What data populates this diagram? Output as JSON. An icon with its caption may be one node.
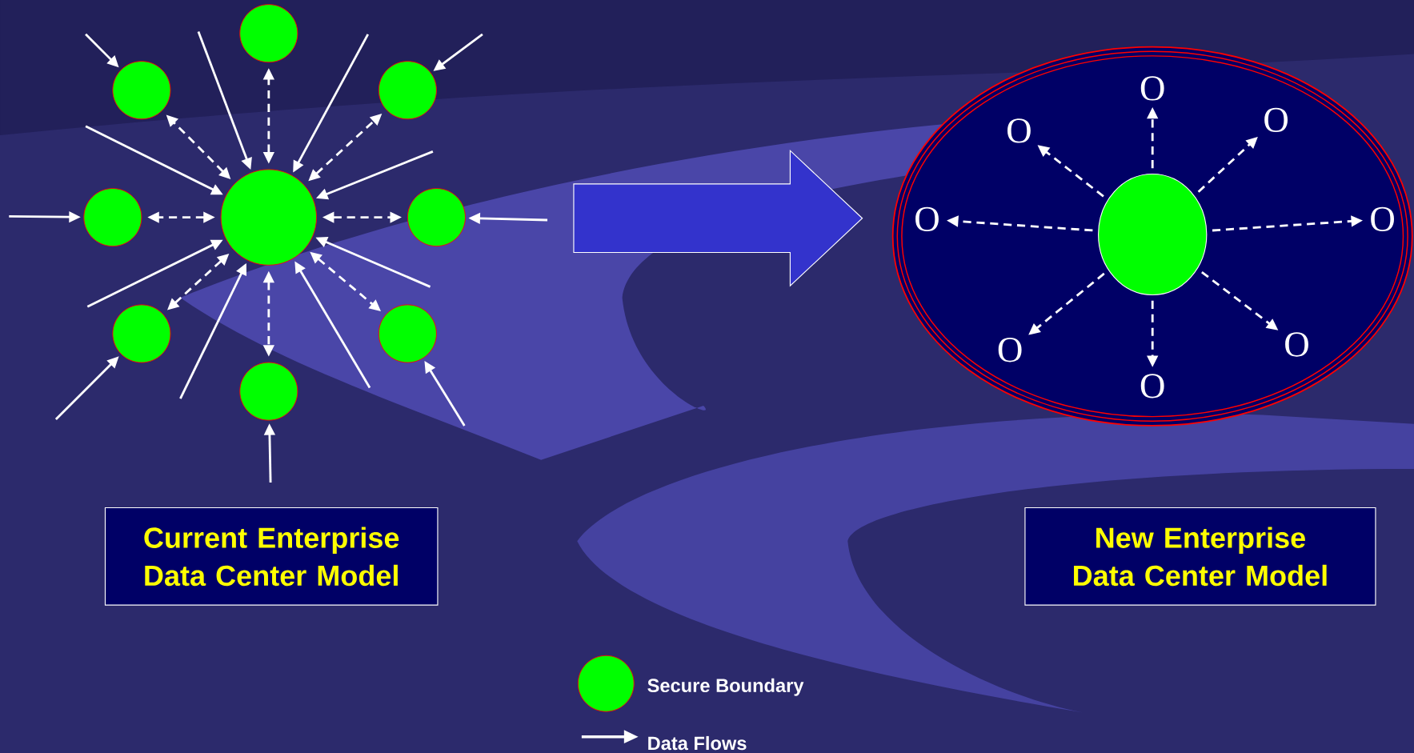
{
  "diagram": {
    "nodes": [
      {
        "text": [],
        "shape": "circle"
      },
      {
        "text": [],
        "shape": "circle"
      },
      {
        "text": [],
        "shape": "circle"
      },
      {
        "text": [],
        "shape": "circle"
      },
      {
        "text": [],
        "shape": "circle"
      },
      {
        "text": [],
        "shape": "circle"
      },
      {
        "text": [],
        "shape": "circle"
      },
      {
        "text": [],
        "shape": "circle"
      },
      {
        "text": [],
        "shape": "circle"
      },
      {
        "text": [],
        "shape": "ellipse"
      },
      {
        "text": [],
        "shape": "ellipse",
        "in": 9
      },
      {
        "text": [
          "O"
        ],
        "in": 9
      },
      {
        "text": [
          "O"
        ],
        "in": 9
      },
      {
        "text": [
          "O"
        ],
        "in": 9
      },
      {
        "text": [
          "O"
        ],
        "in": 9
      },
      {
        "text": [
          "O"
        ],
        "in": 9
      },
      {
        "text": [
          "O"
        ],
        "in": 9
      },
      {
        "text": [
          "O"
        ],
        "in": 9
      },
      {
        "text": [
          "O"
        ],
        "in": 9
      },
      {
        "text": [
          "Current Enterprise Data Center Model"
        ]
      },
      {
        "text": [
          "New Enterprise Data Center Model"
        ]
      }
    ],
    "edges": [
      {
        "from": 4,
        "to": 0,
        "arrow": "both",
        "style": "dashed"
      },
      {
        "from": 4,
        "to": 1,
        "arrow": "both",
        "style": "dashed"
      },
      {
        "from": 4,
        "to": 2,
        "arrow": "both",
        "style": "dashed"
      },
      {
        "from": 4,
        "to": 3,
        "arrow": "both",
        "style": "dashed"
      },
      {
        "from": 4,
        "to": 5,
        "arrow": "both",
        "style": "dashed"
      },
      {
        "from": 4,
        "to": 6,
        "arrow": "both",
        "style": "dashed"
      },
      {
        "from": 4,
        "to": 7,
        "arrow": "both",
        "style": "dashed"
      },
      {
        "from": 4,
        "to": 8,
        "arrow": "both",
        "style": "dashed"
      },
      {
        "from": 10,
        "to": 11,
        "arrow": "to",
        "style": "dashed"
      },
      {
        "from": 10,
        "to": 12,
        "arrow": "to",
        "style": "dashed"
      },
      {
        "from": 10,
        "to": 13,
        "arrow": "to",
        "style": "dashed"
      },
      {
        "from": 10,
        "to": 14,
        "arrow": "to",
        "style": "dashed"
      },
      {
        "from": 10,
        "to": 15,
        "arrow": "to",
        "style": "dashed"
      },
      {
        "from": 10,
        "to": 16,
        "arrow": "to",
        "style": "dashed"
      },
      {
        "from": 10,
        "to": 17,
        "arrow": "to",
        "style": "dashed"
      },
      {
        "from": 10,
        "to": 18,
        "arrow": "to",
        "style": "dashed"
      },
      {
        "from": null,
        "to": 1,
        "arrow": "to"
      },
      {
        "from": null,
        "to": 4,
        "arrow": "to"
      },
      {
        "from": null,
        "to": 4,
        "arrow": "to"
      },
      {
        "from": null,
        "to": 2,
        "arrow": "to"
      },
      {
        "from": null,
        "to": 4,
        "arrow": "to"
      },
      {
        "from": null,
        "to": 4,
        "arrow": "to"
      },
      {
        "from": null,
        "to": 3,
        "arrow": "to"
      },
      {
        "from": null,
        "to": 5,
        "arrow": "to"
      },
      {
        "from": null,
        "to": 4,
        "arrow": "to"
      },
      {
        "from": null,
        "to": 4,
        "arrow": "to"
      },
      {
        "from": null,
        "to": 6,
        "arrow": "to"
      },
      {
        "from": null,
        "to": 4,
        "arrow": "to"
      },
      {
        "from": null,
        "to": 4,
        "arrow": "to"
      },
      {
        "from": null,
        "to": 7,
        "arrow": "to"
      },
      {
        "from": null,
        "to": 8,
        "arrow": "to"
      },
      {
        "from": null,
        "to": 9,
        "arrow": "to",
        "style": "thick",
        "color": "#3333cc"
      }
    ],
    "legend": [
      {
        "text": "Secure Boundary",
        "color": "#00ff00"
      },
      {
        "text": "Data Flows"
      }
    ]
  }
}
